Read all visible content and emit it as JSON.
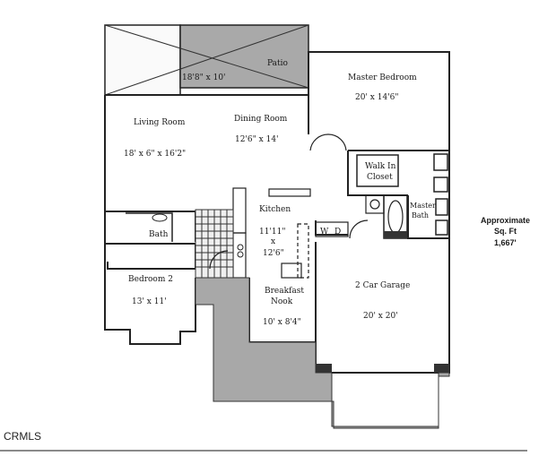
{
  "rooms": {
    "patio": {
      "name": "Patio",
      "dims": "18'8\" x 10'"
    },
    "master_bedroom": {
      "name": "Master Bedroom",
      "dims": "20' x 14'6\""
    },
    "living_room": {
      "name": "Living Room",
      "dims": "18' x 6\" x 16'2\""
    },
    "dining_room": {
      "name": "Dining Room",
      "dims": "12'6\" x 14'"
    },
    "walk_in_closet": {
      "line1": "Walk In",
      "line2": "Closet"
    },
    "master_bath": {
      "line1": "Master",
      "line2": "Bath"
    },
    "kitchen": {
      "name": "Kitchen",
      "dims1": "11'11\"",
      "dims2": "x",
      "dims3": "12'6\""
    },
    "bath": {
      "name": "Bath"
    },
    "washer_dryer": {
      "w": "W",
      "d": "D"
    },
    "bedroom2": {
      "name": "Bedroom 2",
      "dims": "13' x 11'"
    },
    "breakfast_nook": {
      "line1": "Breakfast",
      "line2": "Nook",
      "dims": "10' x 8'4\""
    },
    "garage": {
      "name": "2 Car Garage",
      "dims": "20' x 20'"
    }
  },
  "area": {
    "line1": "Approximate",
    "line2": "Sq. Ft",
    "line3": "1,667'"
  },
  "watermark": "CRMLS"
}
